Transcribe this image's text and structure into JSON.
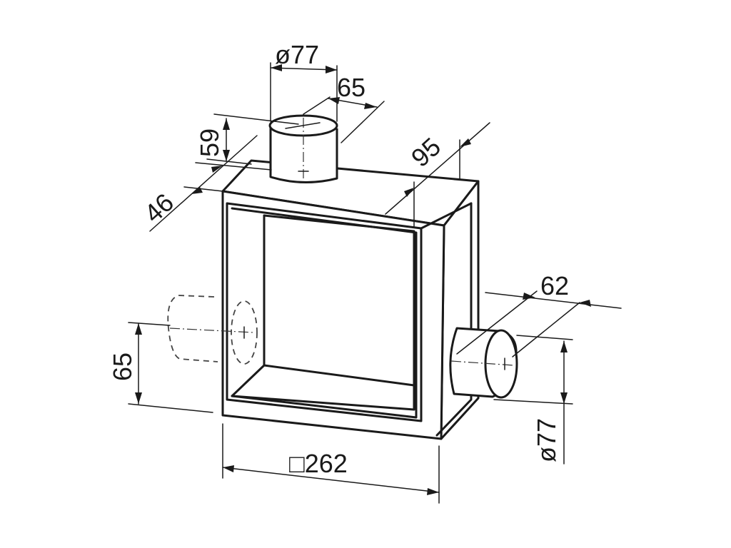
{
  "dimensions": {
    "top_diameter": "ø77",
    "top_offset": "65",
    "top_height": "59",
    "top_depth_offset": "46",
    "depth": "95",
    "side_offset": "62",
    "side_height": "65",
    "side_diameter": "ø77",
    "width": "□262"
  }
}
